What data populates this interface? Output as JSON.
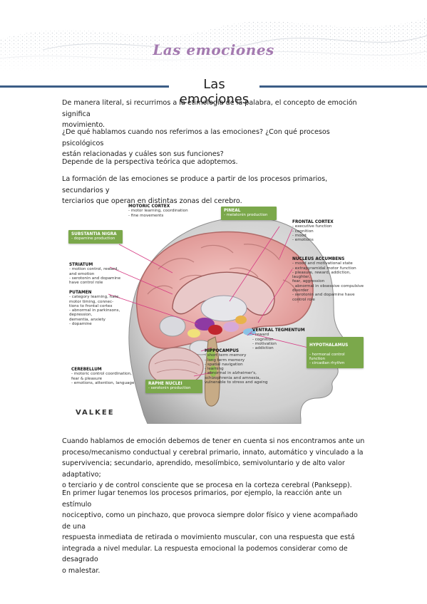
{
  "header": {
    "title": "Las emociones"
  },
  "section": {
    "title": "Las emociones"
  },
  "paragraphs": [
    {
      "lines": [
        "De manera literal, si recurrimos a la etimología de la palabra, el concepto de emoción significa",
        "movimiento."
      ]
    },
    {
      "lines": [
        "¿De qué hablamos cuando nos referimos a las emociones? ¿Con qué procesos psicológicos",
        "están relacionadas y cuáles son sus funciones?"
      ]
    },
    {
      "lines": [
        " Depende de la perspectiva teórica que adoptemos."
      ]
    },
    {
      "lines": [
        "La formación de las emociones se produce  a partir de los procesos primarios, secundarios y",
        "terciarios que operan en distintas zonas del cerebro."
      ]
    },
    {
      "lines": [
        "Cuando hablamos de emoción debemos de tener en cuenta si nos encontramos ante un",
        "proceso/mecanismo conductual y cerebral primario, innato, automático y vinculado  a la",
        "supervivencia; secundario, aprendido, mesolímbico, semivoluntario y de alto valor adaptativo;",
        "o terciario y de control consciente  que se procesa en la corteza cerebral (Panksepp)."
      ]
    },
    {
      "lines": [
        "En primer lugar tenemos los procesos primarios,  por ejemplo, la reacción ante un estímulo",
        "nociceptivo, como un pinchazo, que provoca siempre dolor físico  y viene acompañado de una",
        "respuesta inmediata de retirada  o movimiento muscular, con una respuesta que está",
        "integrada a nivel medular. La respuesta emocional la podemos considerar como  de desagrado",
        "o malestar."
      ]
    }
  ],
  "figure": {
    "brand": "VALKEE",
    "labels": [
      {
        "id": "motoric",
        "title": "MOTORIC CORTEX",
        "items": [
          "- motor learning, coordination",
          "- fine movements"
        ]
      },
      {
        "id": "frontal",
        "title": "FRONTAL CORTEX",
        "items": [
          "- executive function",
          "- cognition",
          "- mood",
          "- emotions"
        ]
      },
      {
        "id": "striatum",
        "title": "STRIATUM",
        "items": [
          "- motion control, reward,",
          "  and emotion",
          "- serotonin and dopamine",
          "  have control role"
        ]
      },
      {
        "id": "nucleus",
        "title": "NUCLEUS ACCUMBENS",
        "items": [
          "- mood and motivational state",
          "- extrapyramidal motor function",
          "- pleasure, reward, addiction, laughter,",
          "  fear, aggression",
          "- abnormal in obsessive compulsive disorder",
          "- serotonin and dopamine have control role"
        ]
      },
      {
        "id": "putamen",
        "title": "PUTAMEN",
        "items": [
          "- category learning, hate,",
          "  motor timing, connec-",
          "  tions to frontal cortex",
          "- abnormal in parkinsons,",
          "  depression,",
          "  dementia, anxiety",
          "- dopamine"
        ]
      },
      {
        "id": "ventral",
        "title": "VENTRAL TEGMENTUM",
        "items": [
          "- reward",
          "- cognition",
          "- motivation",
          "- addiction"
        ]
      },
      {
        "id": "hippocampus",
        "title": "HIPPOCAMPUS",
        "items": [
          "- short term memory",
          "- long term memory",
          "- spatial navigation",
          "- learning",
          "- abnormal in alzheimer's,",
          "  schizophrenia and amnesia,",
          "  vulnerable to stress and ageing"
        ]
      },
      {
        "id": "cerebellum",
        "title": "CEREBELLUM",
        "items": [
          "- motoric control coordination,",
          "  fear & pleasure",
          "- emotions, attention, language"
        ]
      }
    ],
    "green_boxes": [
      {
        "id": "pineal",
        "title": "PINEAL",
        "text": "- melatonin production"
      },
      {
        "id": "substantia",
        "title": "SUBSTANTIA NIGRA",
        "text": "- dopamine production"
      },
      {
        "id": "hypothalamus",
        "title": "HYPOTHALAMUS",
        "text": "- hormonal control function\n- circadian rhythm"
      },
      {
        "id": "raphe",
        "title": "RAPHE NUCLEI",
        "text": "- serotonin production"
      }
    ],
    "colors": {
      "green": "#7ba84b",
      "cortex": "#eeb2b0",
      "pink_line": "#d63a83",
      "head": "#c9c9c9"
    }
  }
}
